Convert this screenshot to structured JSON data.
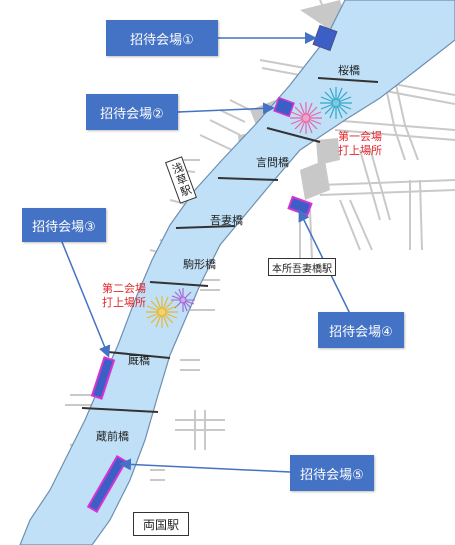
{
  "venues": [
    {
      "label": "招待会場①"
    },
    {
      "label": "招待会場②"
    },
    {
      "label": "招待会場③"
    },
    {
      "label": "招待会場④"
    },
    {
      "label": "招待会場⑤"
    }
  ],
  "bridges": {
    "sakura": "桜橋",
    "kototoi": "言問橋",
    "azuma": "吾妻橋",
    "komagata": "駒形橋",
    "umaya": "厩橋",
    "kuramae": "蔵前橋"
  },
  "launch_sites": {
    "first": "第一会場\n打上場所",
    "second": "第二会場\n打上場所"
  },
  "stations": {
    "asakusa": "浅草駅",
    "honjo_azumabashi": "本所吾妻橋駅",
    "ryogoku": "両国駅"
  },
  "colors": {
    "river": "#bfe0f7",
    "callout": "#4472c4",
    "venue_fill": "#3b5fc4",
    "venue_border": "#d633d6",
    "launch_text": "#e0262b",
    "road": "#cfcfcf"
  }
}
